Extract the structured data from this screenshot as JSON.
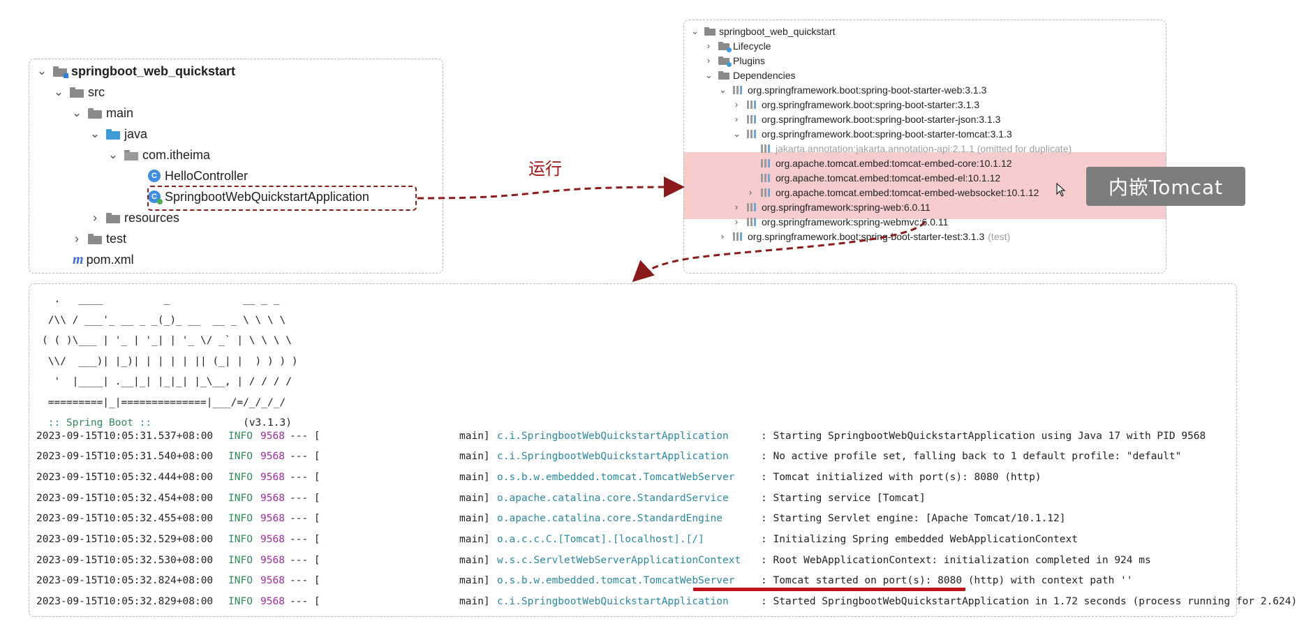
{
  "project_tree": {
    "root": "springboot_web_quickstart",
    "src": "src",
    "main": "main",
    "java": "java",
    "package": "com.itheima",
    "controller": "HelloController",
    "application": "SpringbootWebQuickstartApplication",
    "resources": "resources",
    "test": "test",
    "pom": "pom.xml"
  },
  "run_label": "运行",
  "tomcat_tag": "内嵌Tomcat",
  "dependency_tree": {
    "root": "springboot_web_quickstart",
    "lifecycle": "Lifecycle",
    "plugins": "Plugins",
    "dependencies": "Dependencies",
    "items": [
      {
        "label": "org.springframework.boot:spring-boot-starter-web:3.1.3"
      },
      {
        "label": "org.springframework.boot:spring-boot-starter:3.1.3"
      },
      {
        "label": "org.springframework.boot:spring-boot-starter-json:3.1.3"
      },
      {
        "label": "org.springframework.boot:spring-boot-starter-tomcat:3.1.3"
      },
      {
        "label": "jakarta.annotation:jakarta.annotation-api:2.1.1 (omitted for duplicate)"
      },
      {
        "label": "org.apache.tomcat.embed:tomcat-embed-core:10.1.12"
      },
      {
        "label": "org.apache.tomcat.embed:tomcat-embed-el:10.1.12"
      },
      {
        "label": "org.apache.tomcat.embed:tomcat-embed-websocket:10.1.12"
      },
      {
        "label": "org.springframework:spring-web:6.0.11"
      },
      {
        "label": "org.springframework:spring-webmvc:6.0.11"
      },
      {
        "label": "org.springframework.boot:spring-boot-starter-test:3.1.3"
      }
    ],
    "test_suffix": "(test)"
  },
  "console": {
    "banner_lines": [
      "  .   ____          _            __ _ _",
      " /\\\\ / ___'_ __ _ _(_)_ __  __ _ \\ \\ \\ \\",
      "( ( )\\___ | '_ | '_| | '_ \\/ _` | \\ \\ \\ \\",
      " \\\\/  ___)| |_)| | | | | || (_| |  ) ) ) )",
      "  '  |____| .__|_| |_|_| |_\\__, | / / / /",
      " =========|_|==============|___/=/_/_/_/"
    ],
    "spring_boot_label": " :: Spring Boot ::",
    "version": "               (v3.1.3)",
    "logs": [
      {
        "ts": "2023-09-15T10:05:31.537+08:00",
        "level": "INFO",
        "pid": "9568",
        "dash": "--- [",
        "thread": "main]",
        "logger": "c.i.SpringbootWebQuickstartApplication",
        "msg": ": Starting SpringbootWebQuickstartApplication using Java 17 with PID 9568"
      },
      {
        "ts": "2023-09-15T10:05:31.540+08:00",
        "level": "INFO",
        "pid": "9568",
        "dash": "--- [",
        "thread": "main]",
        "logger": "c.i.SpringbootWebQuickstartApplication",
        "msg": ": No active profile set, falling back to 1 default profile: \"default\""
      },
      {
        "ts": "2023-09-15T10:05:32.444+08:00",
        "level": "INFO",
        "pid": "9568",
        "dash": "--- [",
        "thread": "main]",
        "logger": "o.s.b.w.embedded.tomcat.TomcatWebServer",
        "msg": ": Tomcat initialized with port(s): 8080 (http)"
      },
      {
        "ts": "2023-09-15T10:05:32.454+08:00",
        "level": "INFO",
        "pid": "9568",
        "dash": "--- [",
        "thread": "main]",
        "logger": "o.apache.catalina.core.StandardService",
        "msg": ": Starting service [Tomcat]"
      },
      {
        "ts": "2023-09-15T10:05:32.455+08:00",
        "level": "INFO",
        "pid": "9568",
        "dash": "--- [",
        "thread": "main]",
        "logger": "o.apache.catalina.core.StandardEngine",
        "msg": ": Starting Servlet engine: [Apache Tomcat/10.1.12]"
      },
      {
        "ts": "2023-09-15T10:05:32.529+08:00",
        "level": "INFO",
        "pid": "9568",
        "dash": "--- [",
        "thread": "main]",
        "logger": "o.a.c.c.C.[Tomcat].[localhost].[/]",
        "msg": ": Initializing Spring embedded WebApplicationContext"
      },
      {
        "ts": "2023-09-15T10:05:32.530+08:00",
        "level": "INFO",
        "pid": "9568",
        "dash": "--- [",
        "thread": "main]",
        "logger": "w.s.c.ServletWebServerApplicationContext",
        "msg": ": Root WebApplicationContext: initialization completed in 924 ms"
      },
      {
        "ts": "2023-09-15T10:05:32.824+08:00",
        "level": "INFO",
        "pid": "9568",
        "dash": "--- [",
        "thread": "main]",
        "logger": "o.s.b.w.embedded.tomcat.TomcatWebServer",
        "msg": ": Tomcat started on port(s): 8080 (http) with context path ''"
      },
      {
        "ts": "2023-09-15T10:05:32.829+08:00",
        "level": "INFO",
        "pid": "9568",
        "dash": "--- [",
        "thread": "main]",
        "logger": "c.i.SpringbootWebQuickstartApplication",
        "msg": ": Started SpringbootWebQuickstartApplication in 1.72 seconds (process running for 2.624)"
      }
    ]
  },
  "colors": {
    "accent_red": "#8b1a1a",
    "highlight_pink": "#f6cccc",
    "log_info": "#2e8b57",
    "log_pid": "#a02aa0",
    "log_logger": "#2a8aa0"
  }
}
